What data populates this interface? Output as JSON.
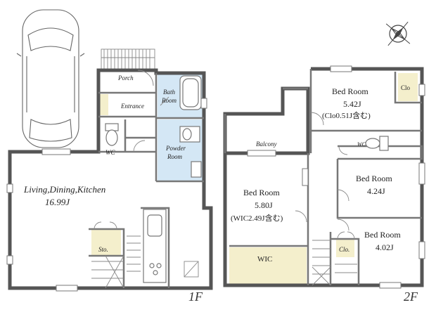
{
  "floor1": {
    "floor_label": "1F",
    "rooms": {
      "porch": "Porch",
      "entrance": "Entrance",
      "bath_line1": "Bath",
      "bath_line2": "Room",
      "powder_line1": "Powder",
      "powder_line2": "Room",
      "wc": "WC",
      "ldk_name": "Living,Dining,Kitchen",
      "ldk_size": "16.99J",
      "storage": "Sto."
    }
  },
  "floor2": {
    "floor_label": "2F",
    "rooms": {
      "bed1_name": "Bed Room",
      "bed1_size": "5.42J",
      "bed1_note": "(Clo0.51J含む)",
      "bed1_closet": "Clo",
      "balcony": "Balcony",
      "wc": "WC",
      "bed2_name": "Bed Room",
      "bed2_size": "5.80J",
      "bed2_note": "(WIC2.49J含む)",
      "bed3_name": "Bed Room",
      "bed3_size": "4.24J",
      "bed4_name": "Bed Room",
      "bed4_size": "4.02J",
      "bed4_closet": "Clo.",
      "wic": "WIC"
    }
  },
  "compass": {
    "icon": "compass-rose-icon",
    "direction": "north-east"
  },
  "colors": {
    "wet_area": "#d4e7f5",
    "storage_area": "#f4efcc",
    "wall": "#555555"
  }
}
